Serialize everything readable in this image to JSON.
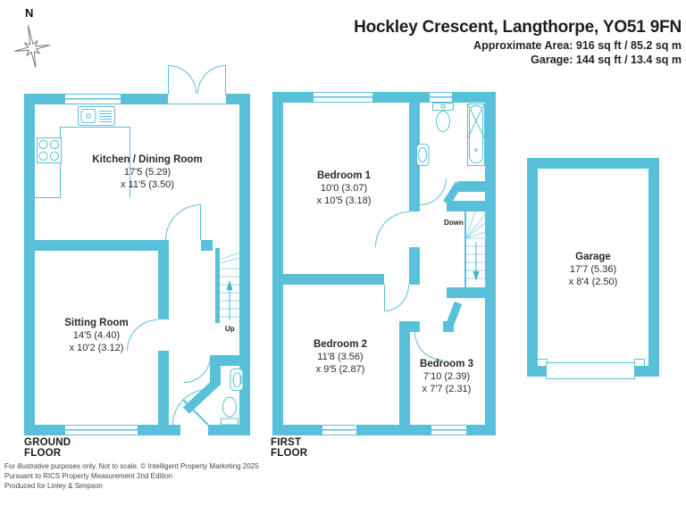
{
  "header": {
    "title": "Hockley Crescent, Langthorpe, YO51 9FN",
    "subtitle1": "Approximate Area: 916 sq ft / 85.2 sq m",
    "subtitle2": "Garage: 144 sq ft / 13.4 sq m"
  },
  "compass": {
    "north_label": "N"
  },
  "ground_floor": {
    "label": "GROUND FLOOR",
    "stairs_label": "Up",
    "rooms": {
      "kitchen_dining": {
        "name": "Kitchen / Dining Room",
        "dim_a": "17'5 (5.29)",
        "dim_b": "x 11'5 (3.50)"
      },
      "sitting_room": {
        "name": "Sitting Room",
        "dim_a": "14'5 (4.40)",
        "dim_b": "x 10'2 (3.12)"
      }
    }
  },
  "first_floor": {
    "label": "FIRST FLOOR",
    "stairs_label": "Down",
    "rooms": {
      "bedroom1": {
        "name": "Bedroom 1",
        "dim_a": "10'0 (3.07)",
        "dim_b": "x 10'5 (3.18)"
      },
      "bedroom2": {
        "name": "Bedroom 2",
        "dim_a": "11'8 (3.56)",
        "dim_b": "x 9'5 (2.87)"
      },
      "bedroom3": {
        "name": "Bedroom 3",
        "dim_a": "7'10 (2.39)",
        "dim_b": "x 7'7 (2.31)"
      }
    }
  },
  "garage": {
    "rooms": {
      "garage": {
        "name": "Garage",
        "dim_a": "17'7 (5.36)",
        "dim_b": "x 8'4 (2.50)"
      }
    }
  },
  "footer": {
    "line1": "For illustrative purposes only. Not to scale. © Intelligent Property Marketing 2025",
    "line2": "Pursuant to RICS Property Measurement 2nd Edition",
    "line3": "Produced for Linley & Simpson"
  },
  "colors": {
    "wall": "#58c0d8",
    "line": "#58c0d8",
    "stair_line": "#9ad7e5",
    "arrow": "#45b4cf",
    "text": "#2a2a2a"
  },
  "icons": [
    "compass-rose-icon",
    "sink-icon",
    "hob-icon",
    "toilet-icon",
    "basin-icon",
    "bath-icon",
    "stairs-up-arrow-icon",
    "stairs-down-arrow-icon"
  ]
}
